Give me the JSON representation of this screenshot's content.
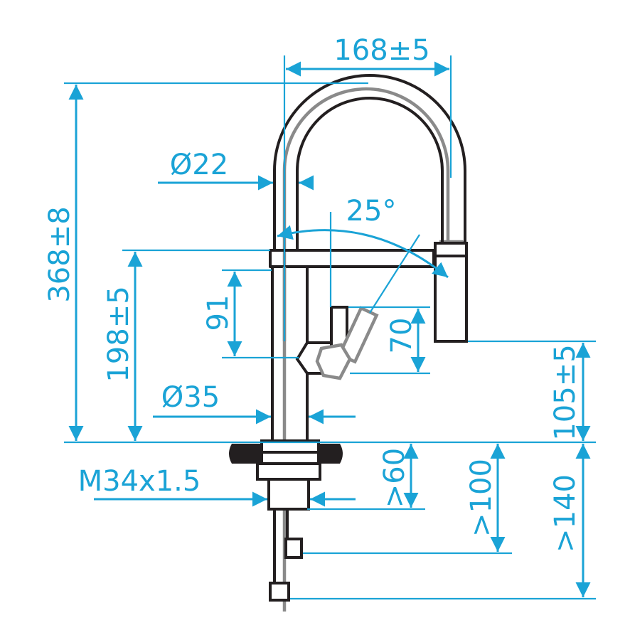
{
  "dimensions": {
    "spout_reach": "168±5",
    "spout_tube_diameter": "Ø22",
    "swivel_angle": "25°",
    "total_height": "368±8",
    "body_height": "198±5",
    "handle_offset": "91",
    "handle_height": "70",
    "body_diameter": "Ø35",
    "outlet_height": "105±5",
    "thread": "M34x1.5",
    "min_depth_60": ">60",
    "min_depth_100": ">100",
    "min_depth_140": ">140"
  },
  "colors": {
    "dimension": "#1aa3d6",
    "outline": "#231f20",
    "secondary_outline": "#8a8a8a"
  }
}
